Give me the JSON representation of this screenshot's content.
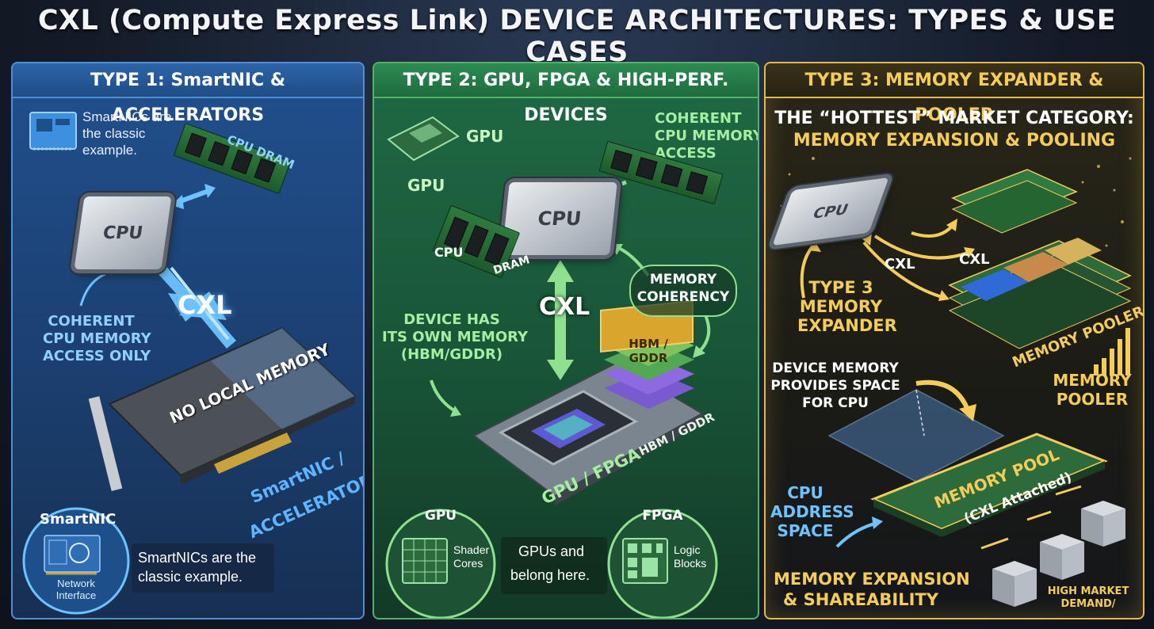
{
  "title": "CXL (Compute Express Link) DEVICE ARCHITECTURES: TYPES & USE CASES",
  "panels": {
    "type1": {
      "header": "TYPE 1: SmartNIC & ACCELERATORS",
      "note": [
        "SmartNICs are",
        "the classic",
        "example."
      ],
      "cpu": "CPU",
      "cpu_dram": "CPU DRAM",
      "cxl": "CXL",
      "coherent": [
        "COHERENT",
        "CPU MEMORY",
        "ACCESS ONLY"
      ],
      "card_text": "NO LOCAL MEMORY",
      "device": [
        "SmartNIC /",
        "ACCELERATOR"
      ],
      "badge_title": "SmartNIC",
      "badge_sub": [
        "Network",
        "Interface"
      ],
      "caption": [
        "SmartNICs are the",
        "classic example."
      ]
    },
    "type2": {
      "header": "TYPE 2: GPU, FPGA & HIGH-PERF. DEVICES",
      "gpu_icon_label": "GPU",
      "gpu_label": "GPU",
      "coherent": [
        "COHERENT",
        "CPU MEMORY",
        "ACCESS"
      ],
      "cpu": "CPU",
      "cpu_dram_cpu": "CPU",
      "cpu_dram_dram": "DRAM",
      "cxl": "CXL",
      "memory_coherency": [
        "MEMORY",
        "COHERENCY"
      ],
      "device_memory": [
        "DEVICE HAS",
        "ITS OWN MEMORY",
        "(HBM/GDDR)"
      ],
      "hbm_stack": [
        "HBM /",
        "GDDR"
      ],
      "hbm_label": "HBM / GDDR",
      "device": "GPU / FPGA",
      "gpu_circle": {
        "title": "GPU",
        "sub": [
          "Shader",
          "Cores"
        ]
      },
      "fpga_circle": {
        "title": "FPGA",
        "sub": [
          "Logic",
          "Blocks"
        ]
      },
      "caption": [
        "GPUs and",
        "belong here."
      ]
    },
    "type3": {
      "header": "TYPE 3: MEMORY EXPANDER & POOLER",
      "headline": [
        "THE “HOTTEST” MARKET CATEGORY:",
        "MEMORY EXPANSION & POOLING"
      ],
      "cpu": "CPU",
      "cxl_left": "CXL",
      "cxl_right": "CXL",
      "expander": [
        "TYPE 3",
        "MEMORY",
        "EXPANDER"
      ],
      "pooler_stack": "MEMORY POOLER",
      "pooler_side": [
        "MEMORY",
        "POOLER"
      ],
      "device_memory": [
        "DEVICE MEMORY",
        "PROVIDES SPACE",
        "FOR CPU"
      ],
      "pool": "MEMORY POOL",
      "pool_sub": "(CXL Attached)",
      "address": [
        "CPU",
        "ADDRESS",
        "SPACE"
      ],
      "expansion": [
        "MEMORY EXPANSION",
        "& SHAREABILITY"
      ],
      "demand": [
        "HIGH MARKET",
        "DEMAND/"
      ]
    }
  },
  "colors": {
    "type1_accent": "#4e8fd6",
    "type2_accent": "#55b069",
    "type3_accent": "#e6b84a",
    "cxl_arrow_blue": "#6ec3ff",
    "cxl_arrow_green": "#8fe08f",
    "gold_text": "#f5cc5a"
  }
}
